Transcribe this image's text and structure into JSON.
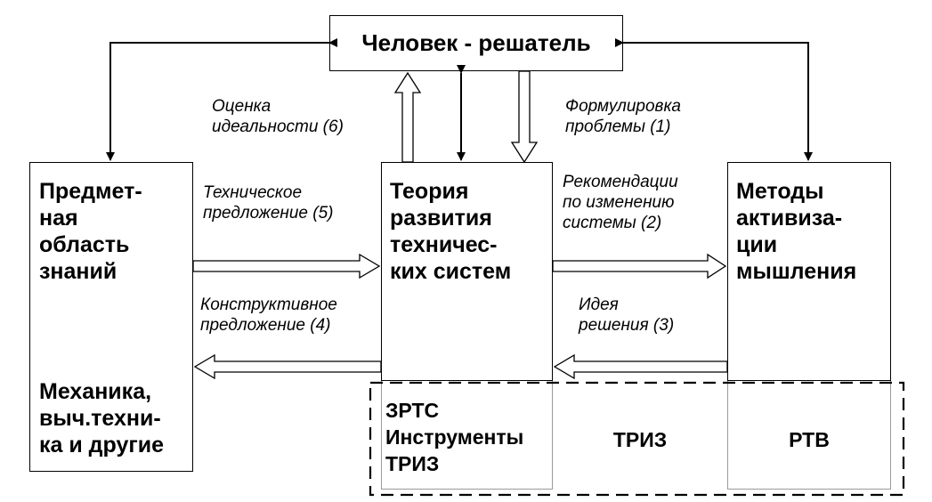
{
  "top_box": {
    "label": "Человек - решатель"
  },
  "left_box": {
    "title_lines": [
      "Предмет-",
      "ная",
      "область",
      "знаний"
    ],
    "bottom_lines": [
      "Механика,",
      "выч.техни-",
      "ка и другие"
    ]
  },
  "center_box": {
    "title_lines": [
      "Теория",
      "развития",
      "техничес-",
      "ких систем"
    ],
    "bottom_lines": [
      "ЗРТС",
      "Инструменты",
      "ТРИЗ"
    ]
  },
  "right_box": {
    "title_lines": [
      "Методы",
      "активиза-",
      "ции",
      "мышления"
    ]
  },
  "region_labels": {
    "triz": "ТРИЗ",
    "rtv": "РТВ"
  },
  "arrow_labels": {
    "evaluation": [
      "Оценка",
      "идеальности (6)"
    ],
    "formulation": [
      "Формулировка",
      "проблемы (1)"
    ],
    "technical": [
      "Техническое",
      "предложение (5)"
    ],
    "recommendations": [
      "Рекомендации",
      "по изменению",
      "системы (2)"
    ],
    "constructive": [
      "Конструктивное",
      "предложение (4)"
    ],
    "idea": [
      "Идея",
      "решения (3)"
    ]
  }
}
